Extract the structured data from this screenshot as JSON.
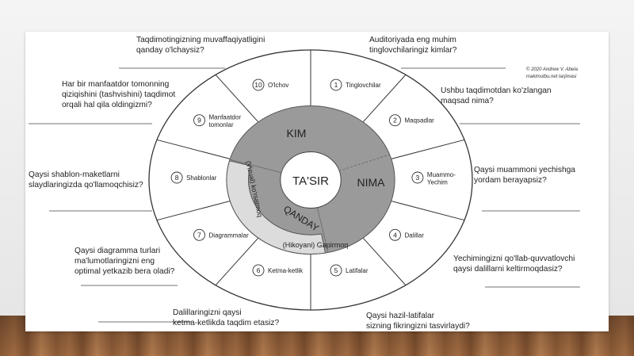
{
  "copyright": "© 2020 Andrew V. Abela\nmakimutbu.net tarjimasi",
  "center": {
    "text": "TA'SIR"
  },
  "inner": {
    "kim": "KIM",
    "nima": "NIMA",
    "qanday": "QANDAY",
    "visual": "(Vizual) ko'rsatmoq",
    "story": "(Hikoyani) Gapirmoq"
  },
  "segments": [
    {
      "num": "1",
      "label": "Tinglovchilar"
    },
    {
      "num": "2",
      "label": "Maqsadlar"
    },
    {
      "num": "3",
      "label": "Muammo-\nYechim"
    },
    {
      "num": "4",
      "label": "Dalillar"
    },
    {
      "num": "5",
      "label": "Latifalar"
    },
    {
      "num": "6",
      "label": "Ketma-ketlik"
    },
    {
      "num": "7",
      "label": "Diagrammalar"
    },
    {
      "num": "8",
      "label": "Shablonlar"
    },
    {
      "num": "9",
      "label": "Manfaatdor\ntomonlar"
    },
    {
      "num": "10",
      "label": "O'lchov"
    }
  ],
  "questions": [
    {
      "text": "Auditoriyada eng muhim\ntinglovchilaringiz kimlar?"
    },
    {
      "text": "Ushbu taqdimotdan ko'zlangan\nmaqsad nima?"
    },
    {
      "text": "Qaysi muammoni yechishga\nyordam berayapsiz?"
    },
    {
      "text": "Yechimingizni qo'llab-quvvatlovchi\nqaysi dalillarni keltirmoqdasiz?"
    },
    {
      "text": "Qaysi hazil-latifalar\nsizning fikringizni tasvirlaydi?"
    },
    {
      "text": "Dalillaringizni qaysi\nketma-ketlikda taqdim etasiz?"
    },
    {
      "text": "Qaysi diagramma turlari\nma'lumotlaringizni eng\noptimal yetkazib bera oladi?"
    },
    {
      "text": "Qaysi shablon-maketlarni\nslaydlaringizda qo'llamoqchisiz?"
    },
    {
      "text": "Har bir manfaatdor tomonning\nqiziqishini (tashvishini) taqdimot\norqali hal qila oldingizmi?"
    },
    {
      "text": "Taqdimotingizning muvaffaqiyatligini\nqanday o'lchaysiz?"
    }
  ]
}
